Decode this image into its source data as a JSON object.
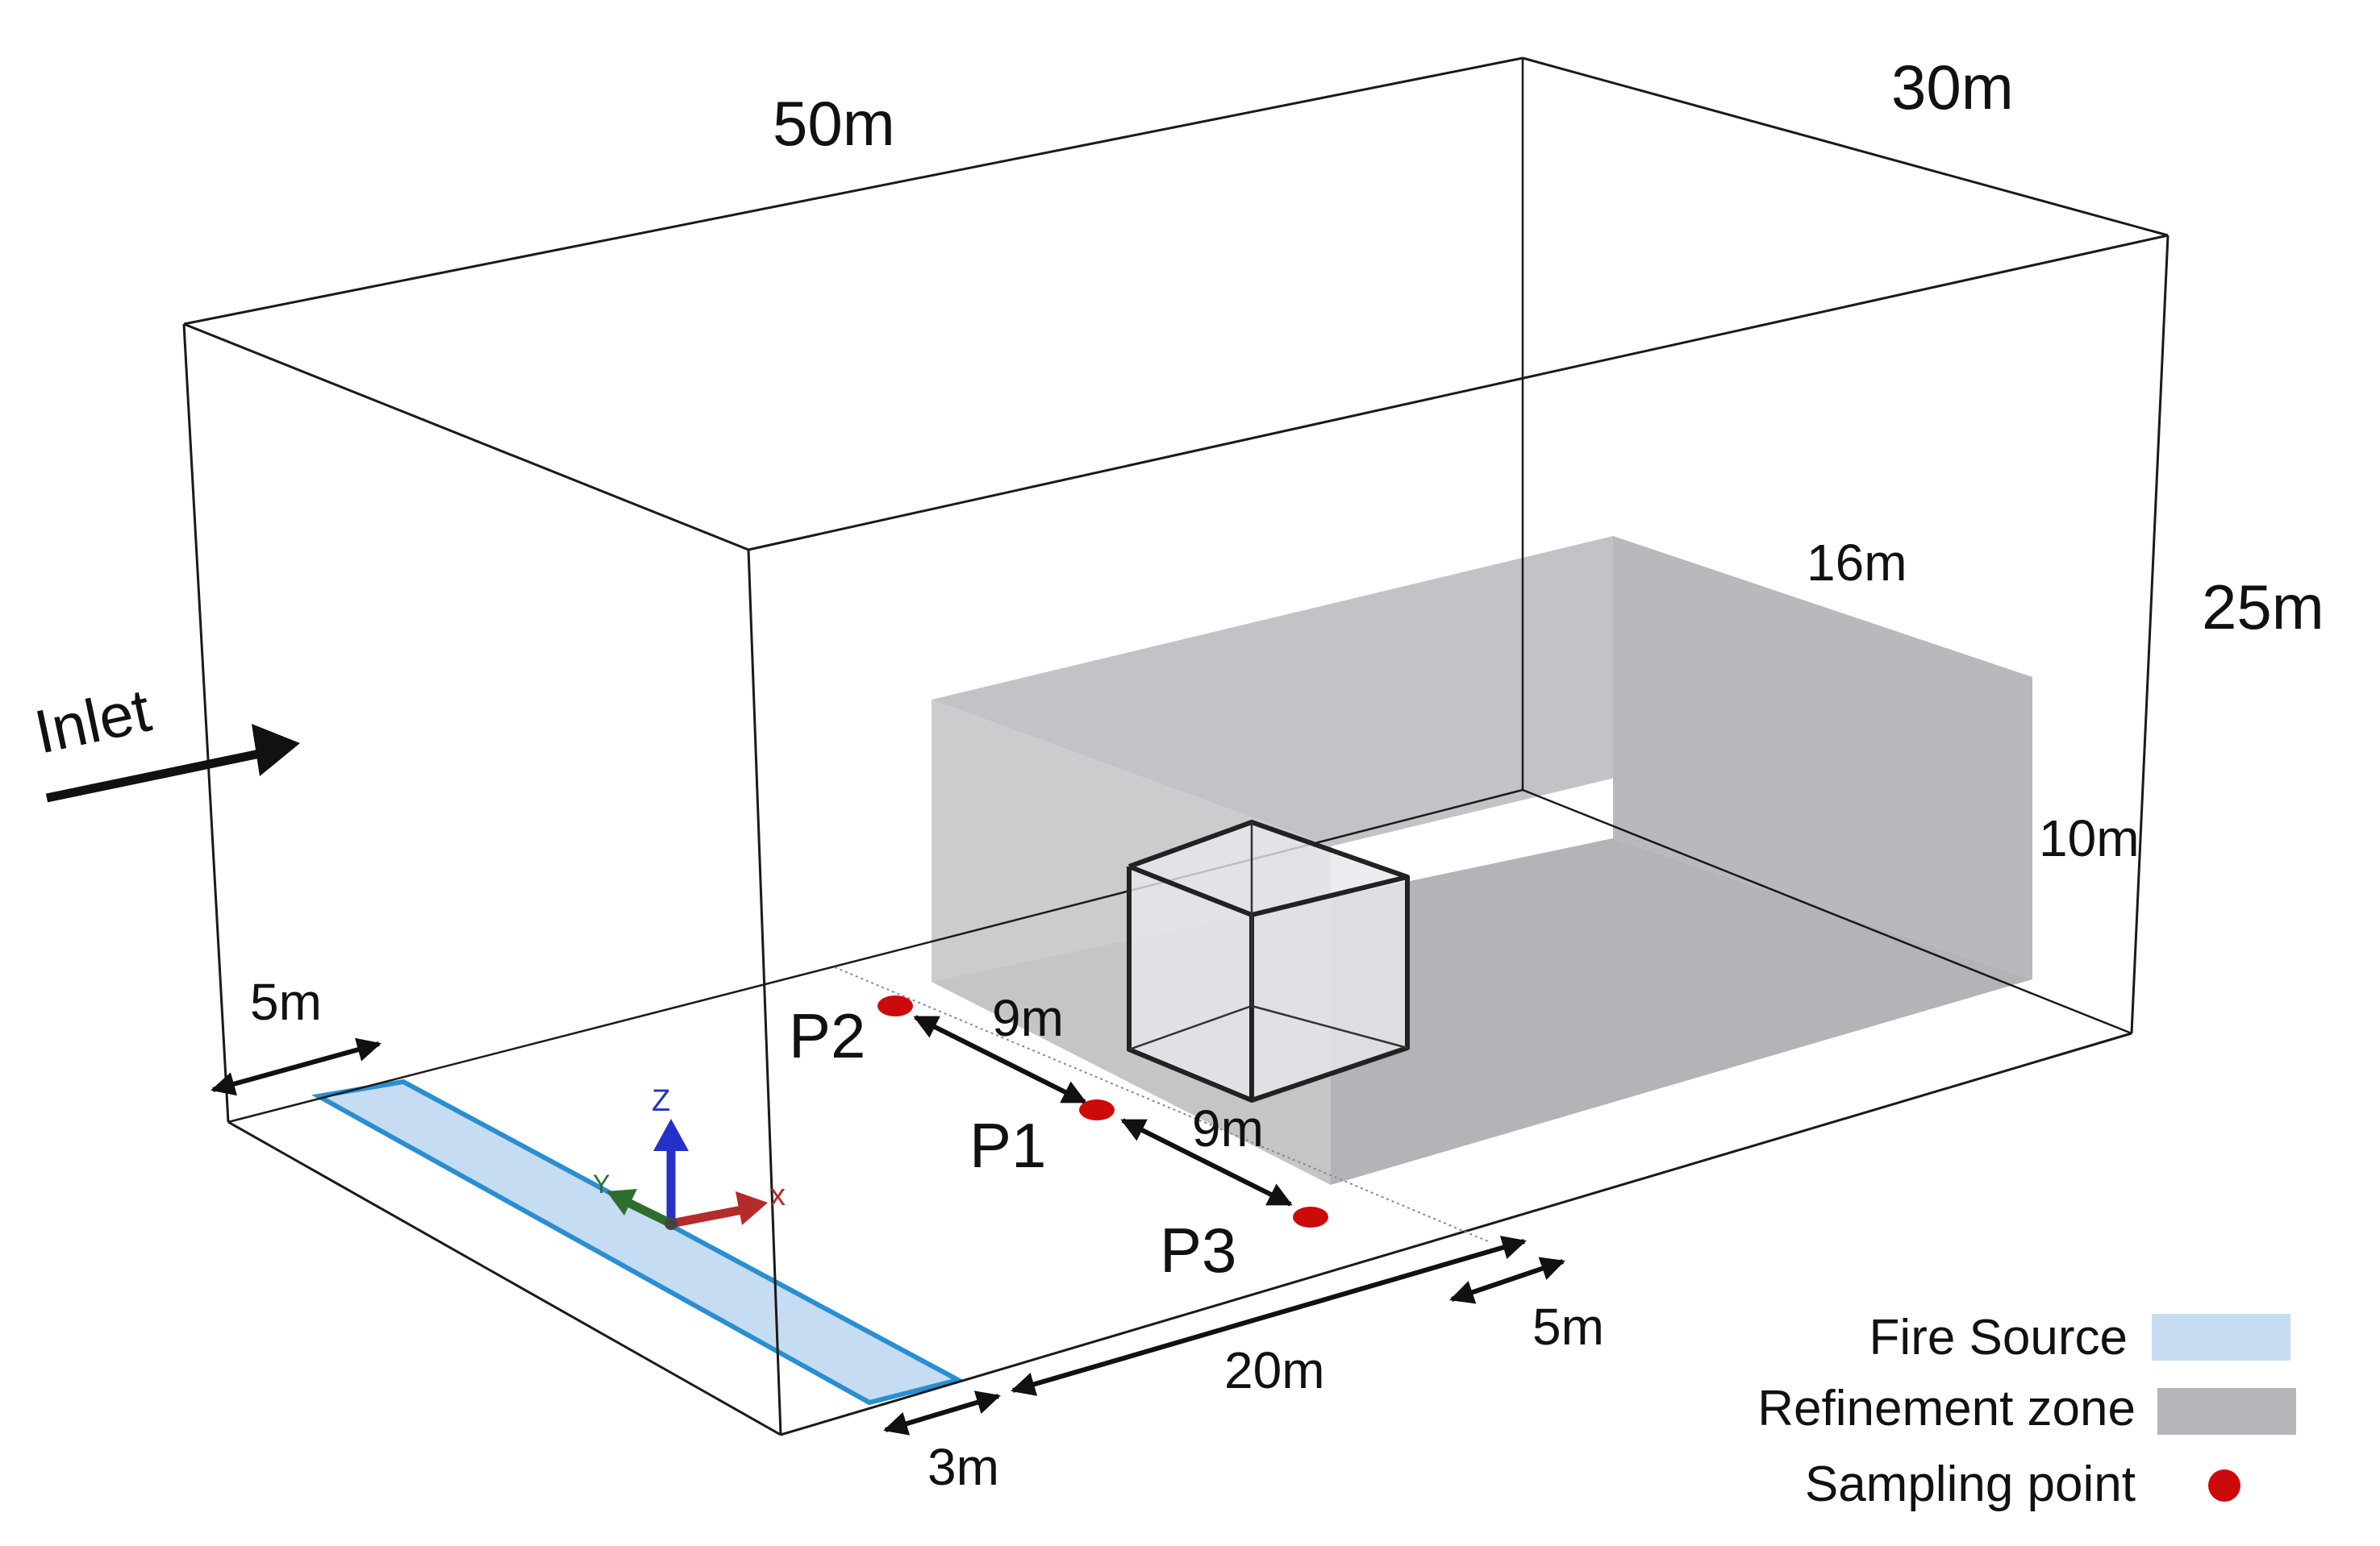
{
  "labels": {
    "length": "50m",
    "width": "30m",
    "height": "25m",
    "zone_width": "16m",
    "zone_height": "10m",
    "inlet": "Inlet",
    "fire_offset": "5m",
    "fire_depth": "3m",
    "downstream": "20m",
    "zone_offset": "5m",
    "p1": "P1",
    "p2": "P2",
    "p3": "P3",
    "spacing_a": "9m",
    "spacing_b": "9m",
    "axis_x": "x",
    "axis_y": "Y",
    "axis_z": "Z"
  },
  "legend": {
    "fire": "Fire Source",
    "zone": "Refinement zone",
    "sample": "Sampling point"
  },
  "colors": {
    "fire_fill": "#c6dcf2",
    "fire_stroke": "#2a8fd0",
    "zone_fill": "#b6b6ba",
    "sample": "#cc0a0a",
    "outline": "#1a1a1a",
    "axis_x": "#b52a2a",
    "axis_y": "#2f6e2f",
    "axis_z": "#2430c8"
  }
}
